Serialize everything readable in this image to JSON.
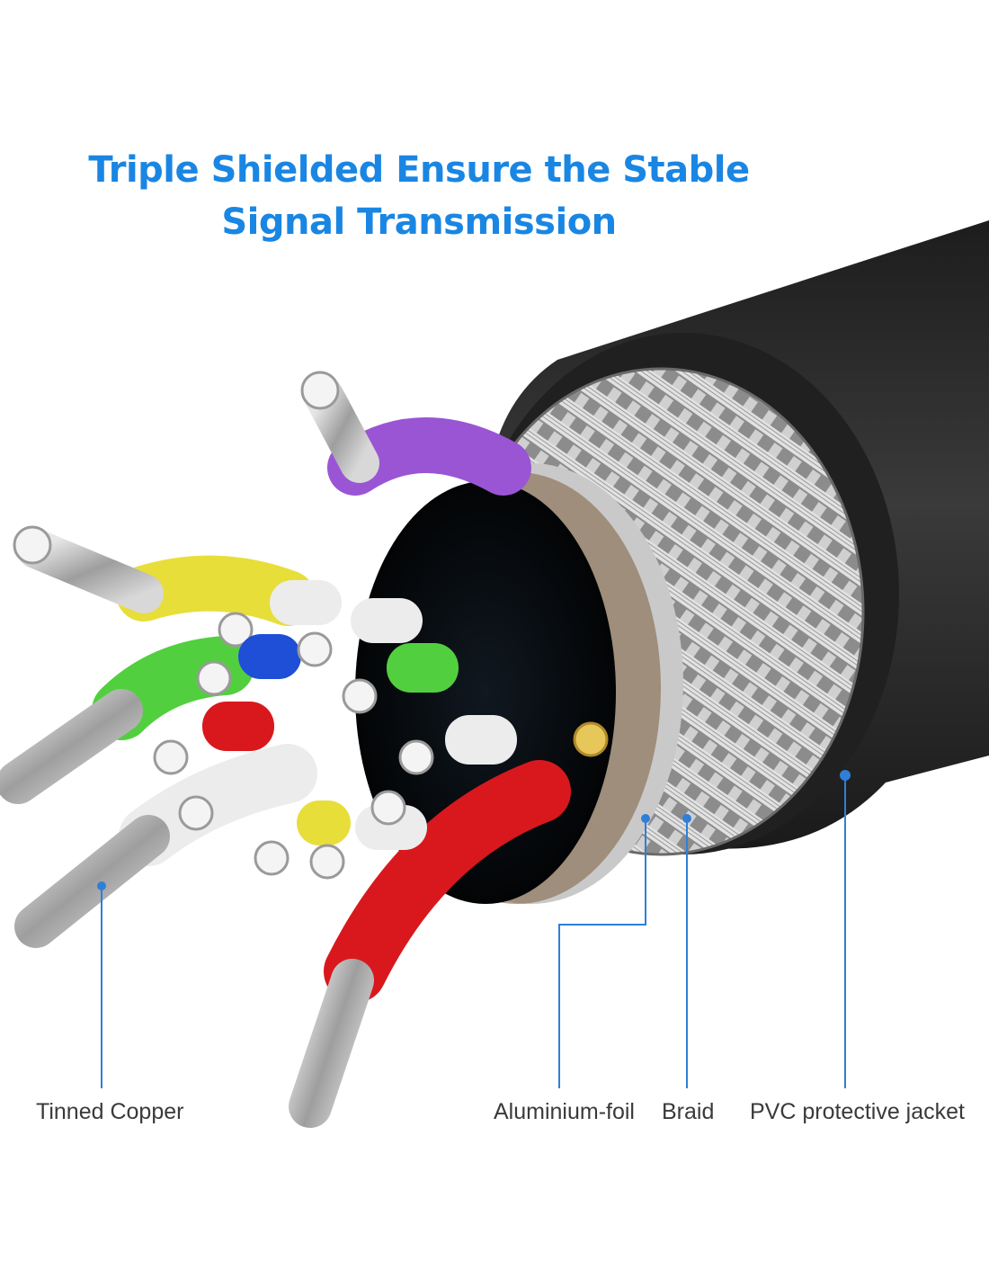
{
  "title": {
    "line1": "Triple Shielded Ensure the Stable",
    "line2": "Signal Transmission"
  },
  "labels": {
    "tinned_copper": "Tinned Copper",
    "aluminium_foil": "Aluminium-foil",
    "braid": "Braid",
    "pvc_jacket": "PVC protective jacket"
  },
  "colors": {
    "title": "#1a86e3",
    "callout": "#2f7fd8",
    "jacket": "#2b2b2b",
    "braid": "#bdbdbd",
    "wire_purple": "#9a55d4",
    "wire_yellow": "#e8de3a",
    "wire_green": "#52cf3f",
    "wire_red": "#d9181d",
    "wire_blue": "#1e4fd6",
    "wire_white": "#ececec"
  }
}
